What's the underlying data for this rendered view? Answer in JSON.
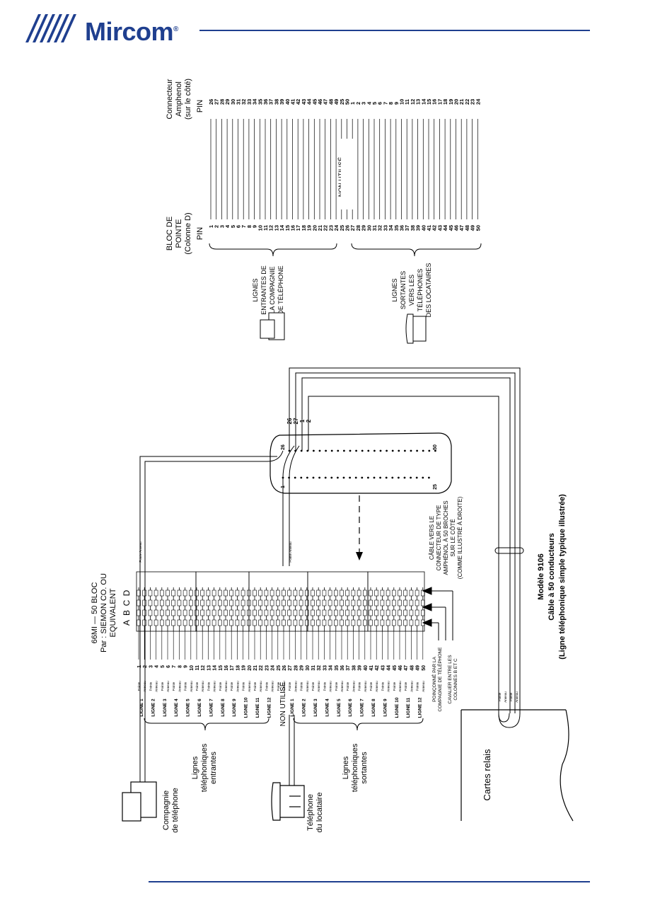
{
  "header": {
    "brand": "Mircom",
    "brand_color": "#1f3f8f"
  },
  "left_labels": {
    "block_model": "66MI — 50 BLOC",
    "block_by": "Par : SIEMON CO. OU",
    "block_equiv": "EQUIVALENT",
    "columns": [
      "A",
      "B",
      "C",
      "D"
    ],
    "phone_company": [
      "Compagnie",
      "de téléphone"
    ],
    "incoming": [
      "Lignes",
      "téléphoniques",
      "entrantes"
    ],
    "tenant_phone": [
      "Téléphone",
      "du locataire"
    ],
    "outgoing": [
      "Lignes",
      "téléphoniques",
      "sortantes"
    ],
    "not_used": "NON UTILISÉ",
    "relay": "Cartes relais",
    "cable_note": [
      "CÂBLE VERS LE",
      "CONNECTEUR DE TYPE",
      "AMPHÉNOL À 50 BROCHES",
      "SUR LE CÔTÉ",
      "(COMME ILLUSTRÉ À DROITE)"
    ],
    "punch_note": [
      "POINÇONNÉ PAR LA",
      "COMPAGNIE DE TÉLÉPHONE"
    ],
    "jumper_note": [
      "CAVALIER ENTRE LES",
      "COLONNES B ET C"
    ],
    "pointe": "Pointe",
    "anneau": "Anneau",
    "model_title": "Modèle 9106",
    "model_sub": "Câble à 50 conducteurs",
    "model_desc": "(Ligne téléphonique simple typique illustrée)",
    "ligne_labels_in": [
      "LIGNE 1",
      "LIGNE 2",
      "LIGNE 3",
      "LIGNE 4",
      "LIGNE 5",
      "LIGNE 6",
      "LIGNE 7",
      "LIGNE 8",
      "LIGNE 9",
      "LIGNE 10",
      "LIGNE 11",
      "LIGNE 12"
    ],
    "ligne_labels_out": [
      "LIGNE 1",
      "LIGNE 2",
      "LIGNE 3",
      "LIGNE 4",
      "LIGNE 5",
      "LIGNE 6",
      "LIGNE 7",
      "LIGNE 8",
      "LIGNE 9",
      "LIGNE 10",
      "LIGNE 11",
      "LIGNE 12"
    ],
    "pin_numbers": [
      "1",
      "2",
      "3",
      "4",
      "5",
      "6",
      "7",
      "8",
      "9",
      "10",
      "11",
      "12",
      "13",
      "14",
      "15",
      "16",
      "17",
      "18",
      "19",
      "20",
      "21",
      "22",
      "23",
      "24",
      "25",
      "26",
      "27",
      "28",
      "29",
      "30",
      "31",
      "32",
      "33",
      "34",
      "35",
      "36",
      "37",
      "38",
      "39",
      "40",
      "41",
      "42",
      "43",
      "44",
      "45",
      "46",
      "47",
      "48",
      "49",
      "50"
    ],
    "connector_top_labels": [
      "26",
      "27",
      "1",
      "2"
    ],
    "connector_corner": [
      "26",
      "50",
      "1",
      "25"
    ]
  },
  "right_labels": {
    "bloc_title": [
      "BLOC DE",
      "POINTE",
      "(Colonne D)"
    ],
    "connector_title": [
      "Connecteur",
      "Amphenol",
      "(sur le côté)"
    ],
    "pin": "PIN",
    "incoming": [
      "LIGNES",
      "ENTRANTES DE",
      "LA COMPAGNIE",
      "DE TÉLÉPHONE"
    ],
    "outgoing": [
      "LIGNES",
      "SORTANTES",
      "VERS LES",
      "TÉLÉPHONES",
      "DES LOCATAIRES"
    ],
    "not_used_1": "NON UTILISÉ",
    "not_used_2": "NON UTILISÉ",
    "bloc_pins": [
      "1",
      "2",
      "3",
      "4",
      "5",
      "6",
      "7",
      "8",
      "9",
      "10",
      "11",
      "12",
      "13",
      "14",
      "15",
      "16",
      "17",
      "18",
      "19",
      "20",
      "21",
      "22",
      "23",
      "24",
      "25",
      "26",
      "27",
      "28",
      "29",
      "30",
      "31",
      "32",
      "33",
      "34",
      "35",
      "36",
      "37",
      "38",
      "39",
      "40",
      "41",
      "42",
      "43",
      "44",
      "45",
      "46",
      "47",
      "48",
      "49",
      "50"
    ],
    "amphenol_pins": [
      "26",
      "27",
      "28",
      "29",
      "30",
      "31",
      "32",
      "33",
      "34",
      "35",
      "36",
      "37",
      "38",
      "39",
      "40",
      "41",
      "42",
      "43",
      "44",
      "45",
      "46",
      "47",
      "48",
      "49",
      "25",
      "50",
      "1",
      "2",
      "3",
      "4",
      "5",
      "6",
      "7",
      "8",
      "9",
      "10",
      "11",
      "12",
      "13",
      "14",
      "15",
      "16",
      "17",
      "18",
      "19",
      "20",
      "21",
      "22",
      "23",
      "24"
    ]
  }
}
